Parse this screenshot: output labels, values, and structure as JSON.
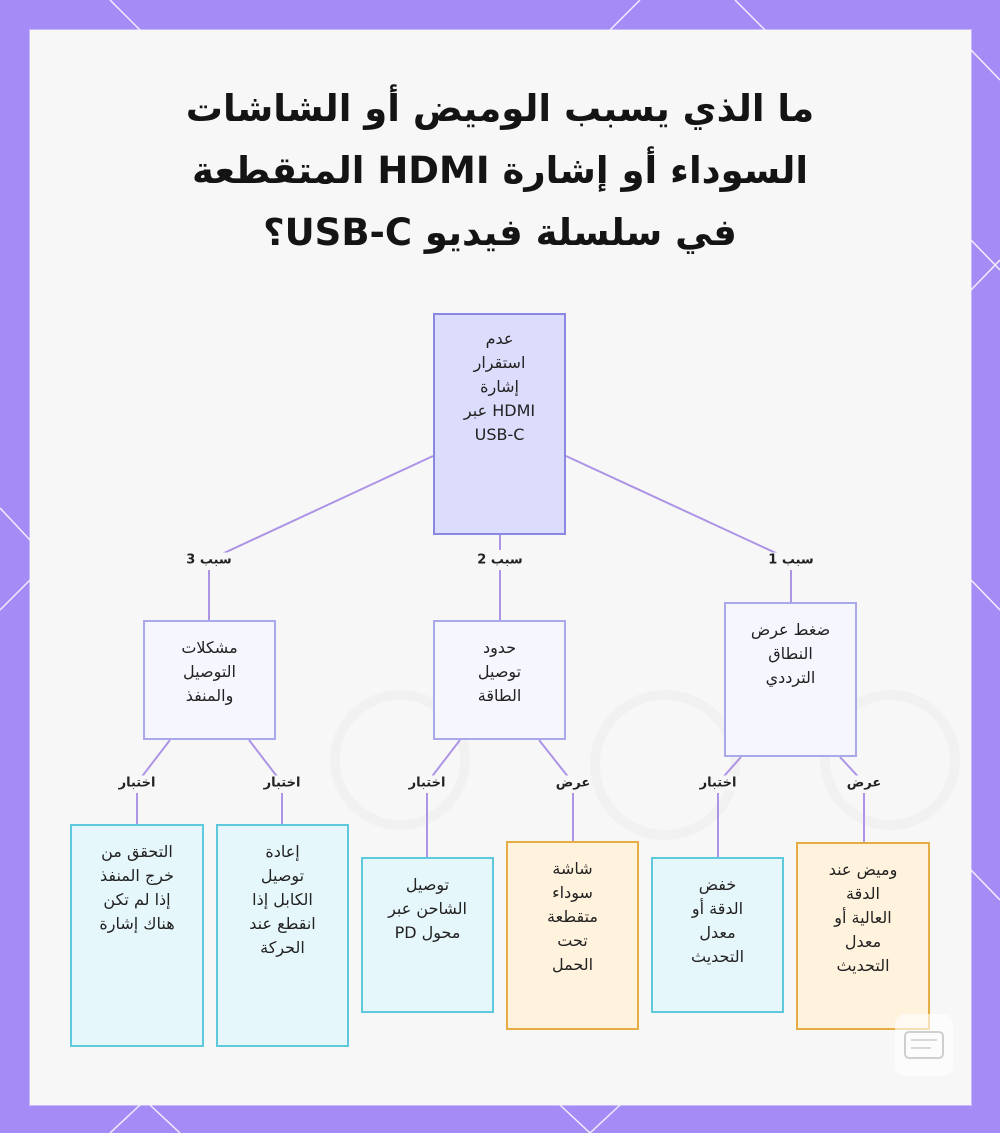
{
  "title_lines": [
    "ما الذي يسبب الوميض أو الشاشات",
    "السوداء أو إشارة HDMI المتقطعة",
    "في سلسلة فيديو USB-C؟"
  ],
  "colors": {
    "background": "#a58bf6",
    "panel": "#f7f7f7",
    "root_fill": "#dcdcfc",
    "root_border": "#8a88de",
    "cause_fill": "#f6f6fe",
    "cause_border": "#a9a9ea",
    "action_fill": "#e6f7fb",
    "action_border": "#5ec8dd",
    "symptom_fill": "#fff3dd",
    "symptom_border": "#e6ad45",
    "link": "#ad94e6"
  },
  "nodes": {
    "root": "عدم\nاستقرار\nإشارة\nHDMI عبر\nUSB-C",
    "cause1": "ضغط عرض\nالنطاق\nالترددي",
    "cause2": "حدود\nتوصيل\nالطاقة",
    "cause3": "مشكلات\nالتوصيل\nوالمنفذ",
    "c1_symptom": "وميض عند\nالدقة\nالعالية أو\nمعدل\nالتحديث",
    "c1_action": "خفض\nالدقة أو\nمعدل\nالتحديث",
    "c2_symptom": "شاشة\nسوداء\nمتقطعة\nتحت\nالحمل",
    "c2_action": "توصيل\nالشاحن عبر\nمحول PD",
    "c3_action_replug": "إعادة\nتوصيل\nالكابل إذا\nانقطع عند\nالحركة",
    "c3_action_port": "التحقق من\nخرج المنفذ\nإذا لم تكن\nهناك إشارة"
  },
  "edge_labels": {
    "cause1": "سبب 1",
    "cause2": "سبب 2",
    "cause3": "سبب 3",
    "c1_symptom": "عرض",
    "c1_action": "اختبار",
    "c2_symptom": "عرض",
    "c2_action": "اختبار",
    "c3_action_replug": "اختبار",
    "c3_action_port": "اختبار"
  }
}
